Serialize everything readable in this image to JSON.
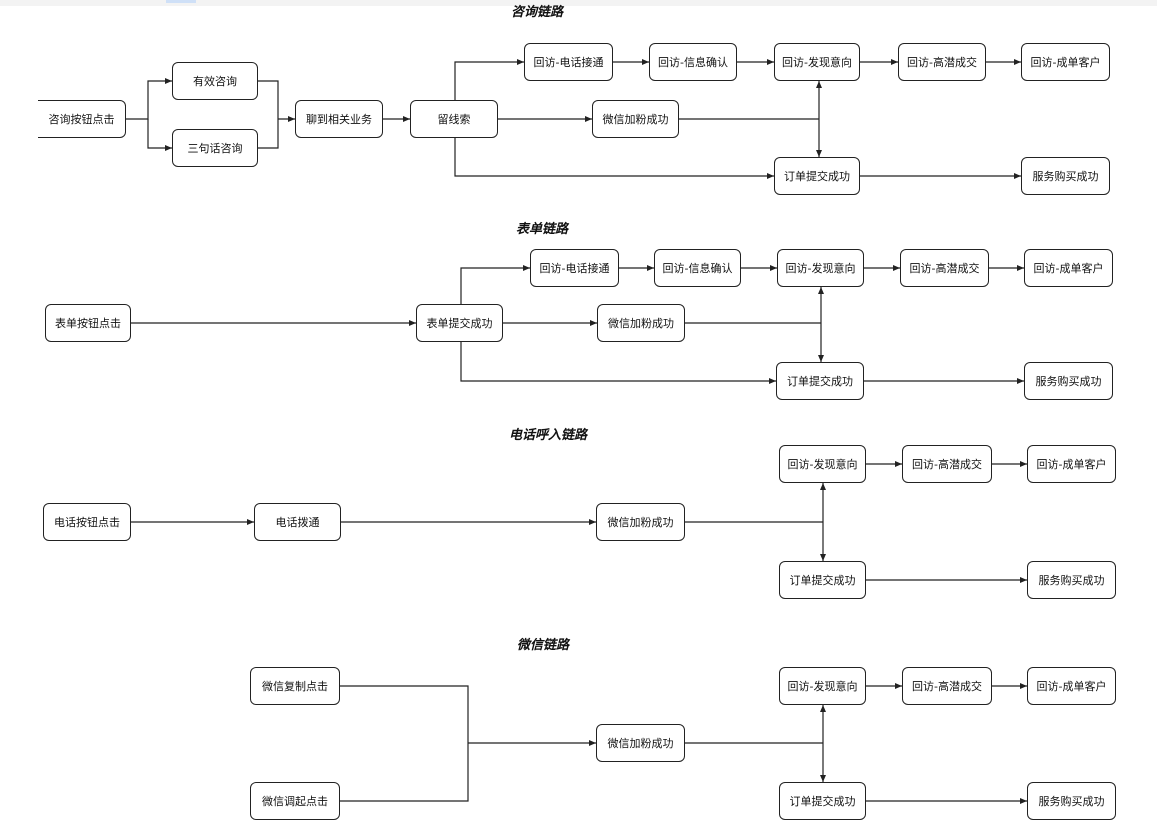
{
  "sections": [
    {
      "title": "咨询链路",
      "nodes": {
        "consult_click": "咨询按钮点击",
        "valid_consult": "有效咨询",
        "three_sentence": "三句话咨询",
        "chat_business": "聊到相关业务",
        "leave_lead": "留线索",
        "phone_connected": "回访-电话接通",
        "info_confirm": "回访-信息确认",
        "find_intent": "回访-发现意向",
        "high_potential": "回访-高潜成交",
        "deal_customer": "回访-成单客户",
        "wechat_fans": "微信加粉成功",
        "order_submit": "订单提交成功",
        "service_buy": "服务购买成功"
      }
    },
    {
      "title": "表单链路",
      "nodes": {
        "form_click": "表单按钮点击",
        "form_submit": "表单提交成功",
        "phone_connected": "回访-电话接通",
        "info_confirm": "回访-信息确认",
        "find_intent": "回访-发现意向",
        "high_potential": "回访-高潜成交",
        "deal_customer": "回访-成单客户",
        "wechat_fans": "微信加粉成功",
        "order_submit": "订单提交成功",
        "service_buy": "服务购买成功"
      }
    },
    {
      "title": "电话呼入链路",
      "nodes": {
        "phone_click": "电话按钮点击",
        "phone_dial": "电话拨通",
        "wechat_fans": "微信加粉成功",
        "find_intent": "回访-发现意向",
        "high_potential": "回访-高潜成交",
        "deal_customer": "回访-成单客户",
        "order_submit": "订单提交成功",
        "service_buy": "服务购买成功"
      }
    },
    {
      "title": "微信链路",
      "nodes": {
        "wechat_copy": "微信复制点击",
        "wechat_invoke": "微信调起点击",
        "wechat_fans": "微信加粉成功",
        "find_intent": "回访-发现意向",
        "high_potential": "回访-高潜成交",
        "deal_customer": "回访-成单客户",
        "order_submit": "订单提交成功",
        "service_buy": "服务购买成功"
      }
    }
  ]
}
